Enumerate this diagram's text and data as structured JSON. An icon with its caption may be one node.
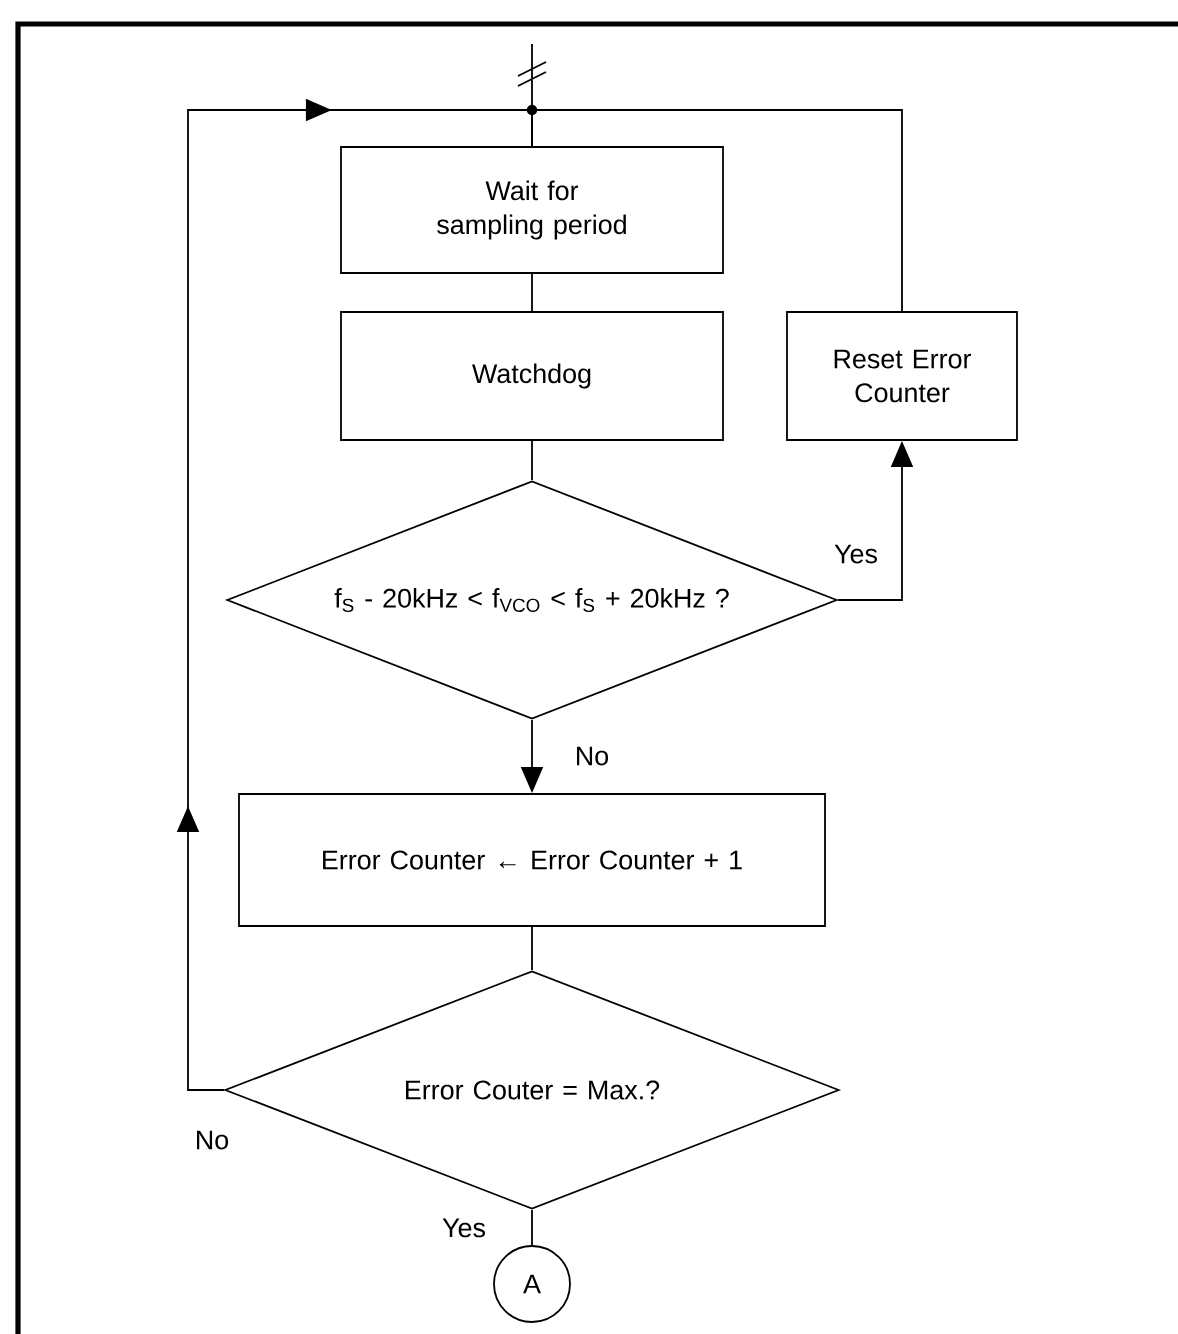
{
  "diagram": {
    "nodes": [
      {
        "text": [
          "Wait for sampling period"
        ]
      },
      {
        "text": [
          "Watchdog"
        ]
      },
      {
        "text": [
          "Reset Error Counter"
        ]
      },
      {
        "text": [
          "f$_{S}$ - 20kHz < f$_{VCO}$ < f$_{S}$ + 20kHz ?"
        ]
      },
      {
        "text": [
          "Error Counter ← Error Counter + 1"
        ]
      },
      {
        "text": [
          "Error Couter = Max.?"
        ]
      },
      {
        "text": [
          "A"
        ]
      }
    ],
    "edges": [
      {
        "from": null,
        "to": 0,
        "arrow": "none"
      },
      {
        "from": 0,
        "to": 1,
        "arrow": "none"
      },
      {
        "from": 1,
        "to": 3,
        "arrow": "none"
      },
      {
        "from": 3,
        "to": 2,
        "arrow": "to",
        "label": "Yes"
      },
      {
        "from": 3,
        "to": 4,
        "arrow": "to",
        "label": "No"
      },
      {
        "from": 4,
        "to": 5,
        "arrow": "none"
      },
      {
        "from": 5,
        "to": 0,
        "arrow": "to",
        "label": "No"
      },
      {
        "from": 2,
        "to": 0,
        "arrow": "none"
      },
      {
        "from": 5,
        "to": 6,
        "arrow": "none",
        "label": "Yes"
      }
    ]
  }
}
